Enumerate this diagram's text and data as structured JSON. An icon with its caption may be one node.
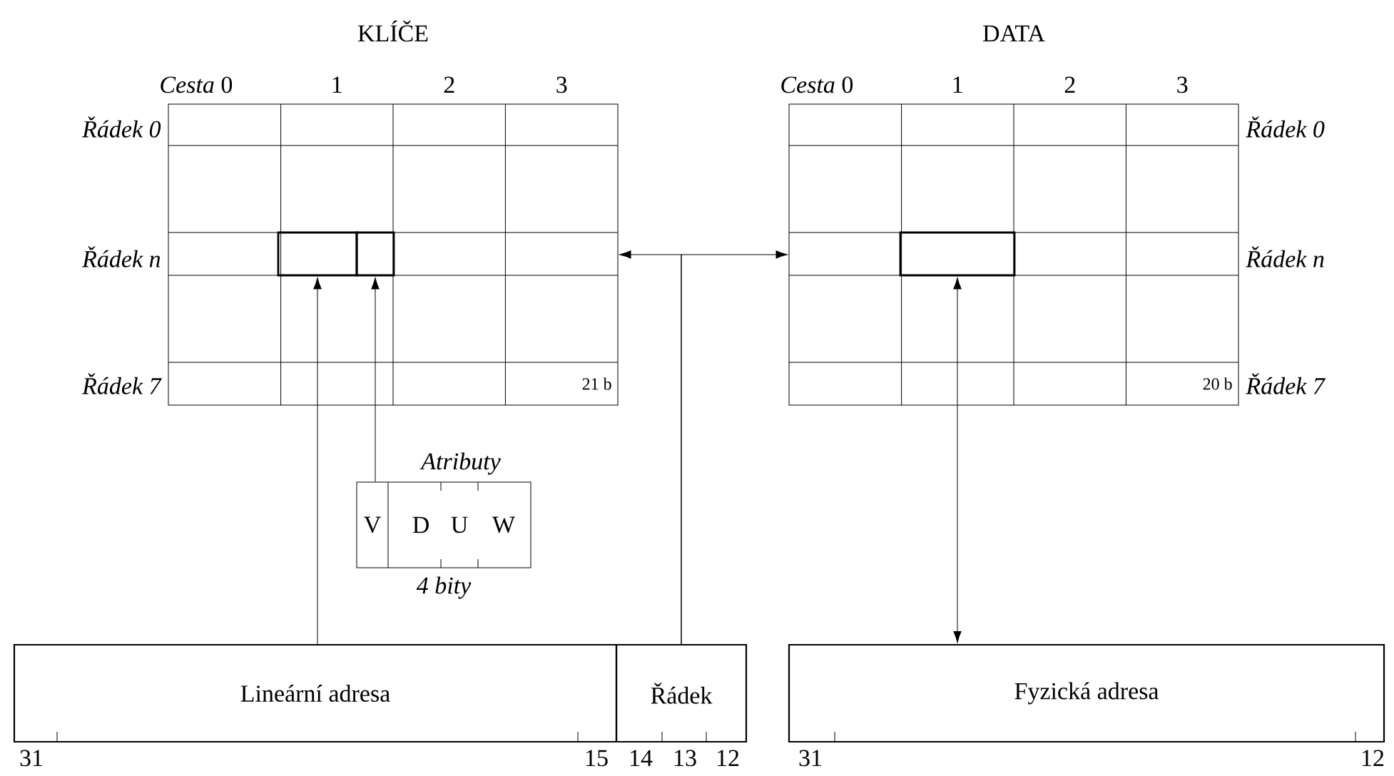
{
  "diagram": {
    "nodes": [
      {
        "text": [
          "KLÍČE"
        ],
        "beside": [
          "*Cesta* 0",
          "1",
          "2",
          "3",
          "Řádek 0",
          "Řádek n",
          "Řádek 7",
          "21 b"
        ]
      },
      {
        "text": [],
        "shape": "box",
        "in": 0
      },
      {
        "text": [],
        "shape": "box",
        "in": 0
      },
      {
        "text": [
          "DATA"
        ],
        "beside": [
          "*Cesta* 0",
          "1",
          "2",
          "3",
          "Řádek 0",
          "Řádek n",
          "Řádek 7",
          "20 b"
        ]
      },
      {
        "text": [],
        "shape": "box",
        "in": 3
      },
      {
        "text": [
          "V",
          "D",
          "U",
          "W"
        ],
        "beside": [
          "Atributy",
          "4 bity"
        ]
      },
      {
        "text": [
          "Lineární adresa"
        ],
        "beside": [
          "31",
          "15"
        ]
      },
      {
        "text": [
          "Řádek"
        ],
        "beside": [
          "14",
          "13",
          "12"
        ]
      },
      {
        "text": [
          "Fyzická adresa"
        ],
        "beside": [
          "31",
          "12"
        ]
      }
    ],
    "edges": [
      {
        "from": 6,
        "to": 1,
        "arrow": "to"
      },
      {
        "from": 5,
        "to": 2,
        "arrow": "to"
      },
      {
        "from": 7,
        "to": 0,
        "arrow": "to"
      },
      {
        "from": 7,
        "to": 3,
        "arrow": "to"
      },
      {
        "from": 8,
        "to": 4,
        "arrow": "both"
      }
    ]
  }
}
